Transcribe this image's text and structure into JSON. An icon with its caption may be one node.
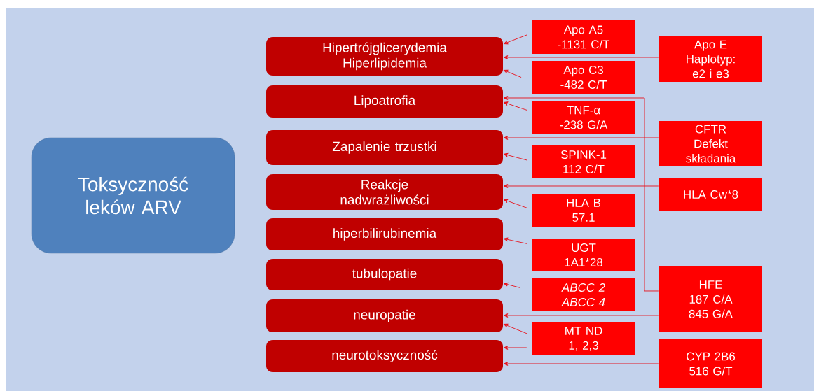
{
  "diagram": {
    "nodes": [
      {
        "text": [
          "Toksyczność leków ARV"
        ]
      },
      {
        "text": [
          "Hipertrójglicerydemia Hiperlipidemia"
        ]
      },
      {
        "text": [
          "Lipoatrofia"
        ]
      },
      {
        "text": [
          "Zapalenie trzustki"
        ]
      },
      {
        "text": [
          "Reakcje nadwrażliwości"
        ]
      },
      {
        "text": [
          "hiperbilirubinemia"
        ]
      },
      {
        "text": [
          "tubulopatie"
        ]
      },
      {
        "text": [
          "neuropatie"
        ]
      },
      {
        "text": [
          "neurotoksyczność"
        ]
      },
      {
        "text": [
          "Apo A5 -1131 C/T"
        ]
      },
      {
        "text": [
          "Apo C3 -482 C/T"
        ]
      },
      {
        "text": [
          "TNF-α -238 G/A"
        ]
      },
      {
        "text": [
          "SPINK-1 112 C/T"
        ]
      },
      {
        "text": [
          "HLA B 57.1"
        ]
      },
      {
        "text": [
          "UGT 1A1*28"
        ]
      },
      {
        "text": [
          "ABCC 2 ABCC 4"
        ]
      },
      {
        "text": [
          "MT ND 1, 2,3"
        ]
      },
      {
        "text": [
          "Apo E Haplotyp: e2 i e3"
        ]
      },
      {
        "text": [
          "CFTR Defekt składania"
        ]
      },
      {
        "text": [
          "HLA Cw*8"
        ]
      },
      {
        "text": [
          "HFE 187 C/A 845 G/A"
        ]
      },
      {
        "text": [
          "CYP 2B6 516 G/T"
        ]
      }
    ],
    "edges": [
      {
        "from": 9,
        "to": 1,
        "arrow": "to"
      },
      {
        "from": 17,
        "to": 1,
        "arrow": "to"
      },
      {
        "from": 10,
        "to": 1,
        "arrow": "to"
      },
      {
        "from": 11,
        "to": 2,
        "arrow": "to"
      },
      {
        "from": 20,
        "to": 2,
        "arrow": "to"
      },
      {
        "from": 18,
        "to": 3,
        "arrow": "to"
      },
      {
        "from": 12,
        "to": 3,
        "arrow": "to"
      },
      {
        "from": 19,
        "to": 4,
        "arrow": "to"
      },
      {
        "from": 13,
        "to": 4,
        "arrow": "to"
      },
      {
        "from": 14,
        "to": 5,
        "arrow": "to"
      },
      {
        "from": 15,
        "to": 6,
        "arrow": "to"
      },
      {
        "from": 20,
        "to": 7,
        "arrow": "to"
      },
      {
        "from": 16,
        "to": 7,
        "arrow": "to"
      },
      {
        "from": 16,
        "to": 8,
        "arrow": "to"
      },
      {
        "from": 21,
        "to": 8,
        "arrow": "to"
      }
    ]
  }
}
